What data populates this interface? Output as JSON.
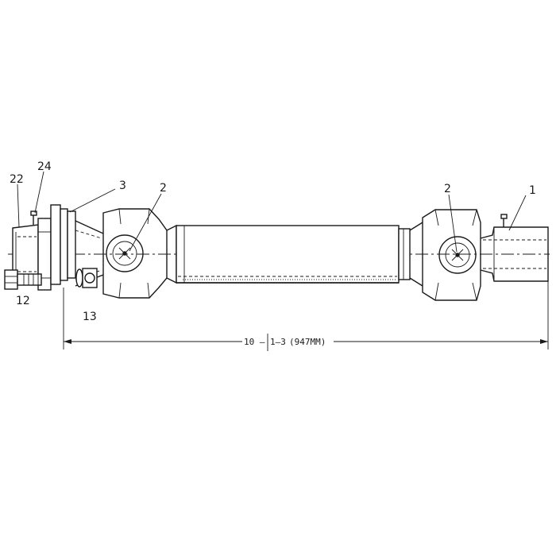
{
  "callouts": {
    "p22": "22",
    "p24": "24",
    "p3": "3",
    "p2_left": "2",
    "p2_right": "2",
    "p1": "1",
    "p12": "12",
    "p13": "13"
  },
  "dimension": {
    "prefix": "10 –",
    "ref": "1–3",
    "value": "(947MM)"
  }
}
